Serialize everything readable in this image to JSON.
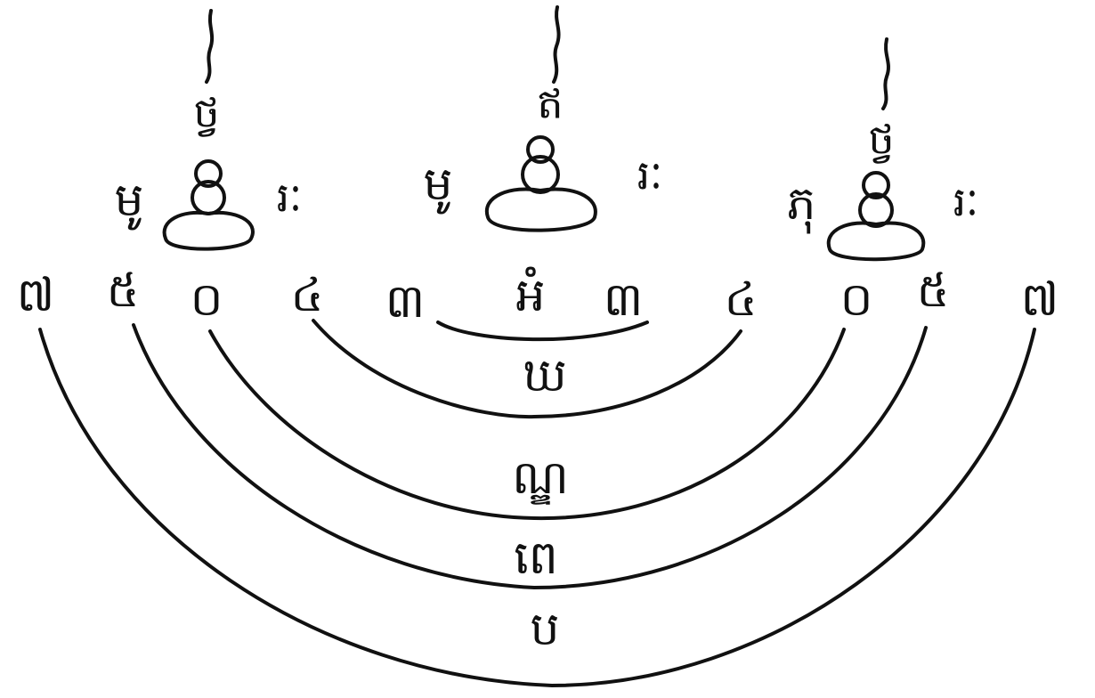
{
  "figures": [
    {
      "top": "ថ្វ",
      "left": "មូ",
      "right": "រៈ"
    },
    {
      "top": "ឥ",
      "left": "មូ",
      "right": "រៈ"
    },
    {
      "top": "ថ្វ",
      "left": "ភុ",
      "right": "រៈ"
    }
  ],
  "row": [
    "៧",
    "៥",
    "០",
    "៤",
    "៣",
    "អំ",
    "៣",
    "៤",
    "០",
    "៥",
    "៧"
  ],
  "arc_labels": [
    "ឃ",
    "ណ្ឌ",
    "ពេ",
    "ប"
  ],
  "ink_color": "#111111"
}
